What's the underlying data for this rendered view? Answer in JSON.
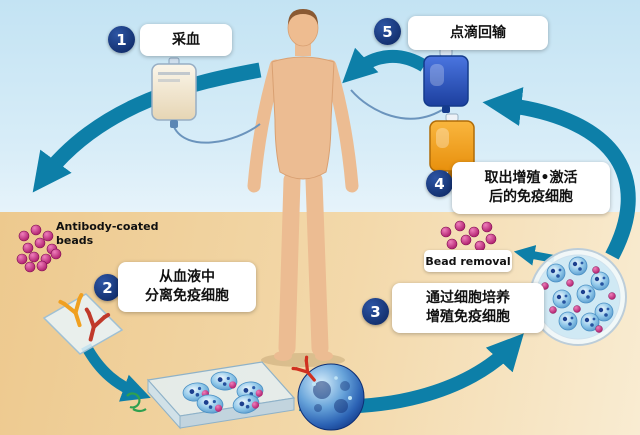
{
  "diagram": {
    "steps": [
      {
        "num": "1",
        "lines": [
          "采血"
        ]
      },
      {
        "num": "2",
        "lines": [
          "从血液中",
          "分离免疫细胞"
        ]
      },
      {
        "num": "3",
        "lines": [
          "通过细胞培养",
          "增殖免疫细胞"
        ]
      },
      {
        "num": "4",
        "lines": [
          "取出增殖•激活",
          "后的免疫细胞"
        ]
      },
      {
        "num": "5",
        "lines": [
          "点滴回输"
        ]
      }
    ],
    "annotations": {
      "antibody_beads_line1": "Antibody-coated",
      "antibody_beads_line2": "beads",
      "bead_removal": "Bead removal"
    },
    "colors": {
      "arrow": "#0d7fa8",
      "badge_navy": "#16377c",
      "bead_magenta": "#b81f74",
      "iv_bag_blue": "#2b59cc",
      "iv_bag_orange": "#f09c14",
      "sky": "#c7e5f4",
      "sand": "#efcf97"
    },
    "icons": [
      "person-figure",
      "blood-bag-icon",
      "iv-bag-blue-icon",
      "iv-bag-orange-icon",
      "antibody-icon",
      "beads-cluster-icon",
      "culture-dish-icon",
      "immune-cell-icon",
      "petri-dish-icon",
      "cycle-arrow-icon"
    ]
  }
}
